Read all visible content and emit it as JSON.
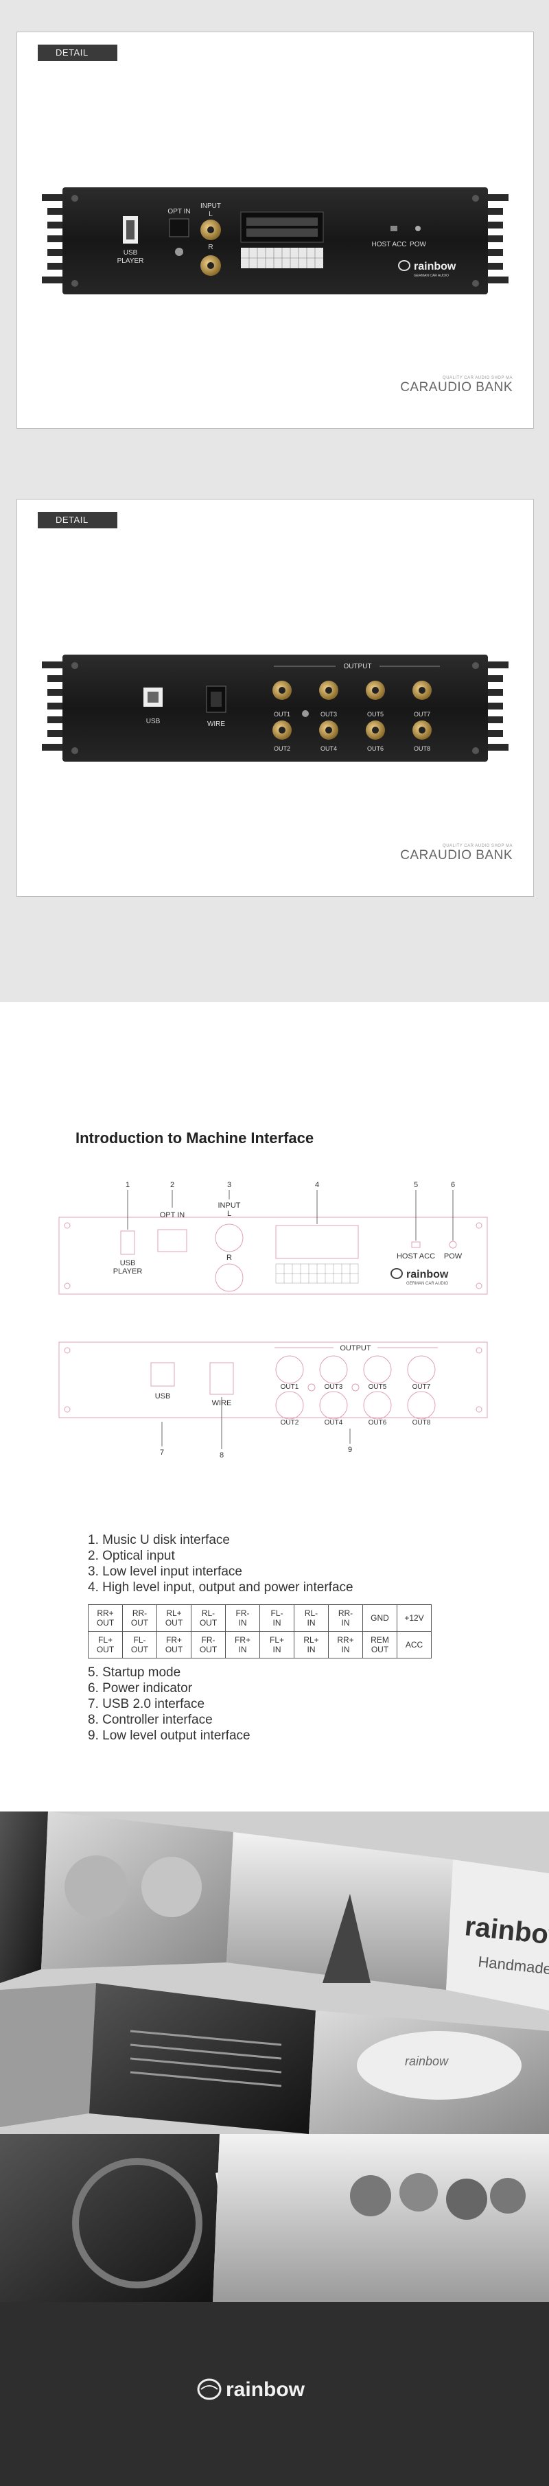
{
  "panel1": {
    "tag": "DETAIL",
    "labels": {
      "usb": "USB",
      "player": "PLAYER",
      "opt_in": "OPT IN",
      "input": "INPUT",
      "l": "L",
      "r": "R",
      "host_acc": "HOST ACC",
      "pow": "POW"
    },
    "brand_logo": "rainbow",
    "brand_tag": "GERMAN CAR AUDIO",
    "watermark_tagline": "QUALITY CAR AUDIO SHOP MA",
    "watermark": "CARAUDIO BANK"
  },
  "panel2": {
    "tag": "DETAIL",
    "labels": {
      "usb": "USB",
      "wire": "WIRE",
      "output": "OUTPUT",
      "out1": "OUT1",
      "out3": "OUT3",
      "out5": "OUT5",
      "out7": "OUT7",
      "out2": "OUT2",
      "out4": "OUT4",
      "out6": "OUT6",
      "out8": "OUT8"
    },
    "watermark_tagline": "QUALITY CAR AUDIO SHOP MA",
    "watermark": "CARAUDIO BANK"
  },
  "intro": {
    "title": "Introduction to Machine Interface",
    "diagram": {
      "numbers": [
        "1",
        "2",
        "3",
        "4",
        "5",
        "6",
        "7",
        "8",
        "9"
      ],
      "labels": {
        "usb": "USB",
        "player": "PLAYER",
        "opt_in": "OPT IN",
        "input": "INPUT",
        "l": "L",
        "r": "R",
        "host_acc": "HOST ACC",
        "pow": "POW",
        "brand": "rainbow",
        "brand_tag": "GERMAN CAR AUDIO",
        "usb2": "USB",
        "wire": "WIRE",
        "output": "OUTPUT",
        "out1": "OUT1",
        "out3": "OUT3",
        "out5": "OUT5",
        "out7": "OUT7",
        "out2": "OUT2",
        "out4": "OUT4",
        "out6": "OUT6",
        "out8": "OUT8"
      }
    },
    "items_a": [
      "1.  Music U disk interface",
      "2.  Optical input",
      "3.  Low level input interface",
      "4.  High level input, output and power interface"
    ],
    "pin_rows": [
      [
        [
          "RR+",
          "OUT"
        ],
        [
          "RR-",
          "OUT"
        ],
        [
          "RL+",
          "OUT"
        ],
        [
          "RL-",
          "OUT"
        ],
        [
          "FR-",
          "IN"
        ],
        [
          "FL-",
          "IN"
        ],
        [
          "RL-",
          "IN"
        ],
        [
          "RR-",
          "IN"
        ],
        [
          "GND",
          ""
        ],
        [
          "+12V",
          ""
        ]
      ],
      [
        [
          "FL+",
          "OUT"
        ],
        [
          "FL-",
          "OUT"
        ],
        [
          "FR+",
          "OUT"
        ],
        [
          "FR-",
          "OUT"
        ],
        [
          "FR+",
          "IN"
        ],
        [
          "FL+",
          "IN"
        ],
        [
          "RL+",
          "IN"
        ],
        [
          "RR+",
          "IN"
        ],
        [
          "REM",
          "OUT"
        ],
        [
          "ACC",
          ""
        ]
      ]
    ],
    "items_b": [
      "5.  Startup mode",
      "6.  Power indicator",
      "7.  USB 2.0 interface",
      "8.  Controller interface",
      "9.  Low level output interface"
    ]
  },
  "collage": {
    "brand_text": "rainbow",
    "brand_sub": "Handmade",
    "photo_text": "rainbow"
  },
  "footer": {
    "logo_text": "rainbow"
  },
  "colors": {
    "detail_tag": "#3a3a3a",
    "footer_bg": "#2e2e2e",
    "diagram_outline": "#e0a0b4",
    "device_body": "#1e1e1e",
    "jack_gold": "#c9a455"
  }
}
